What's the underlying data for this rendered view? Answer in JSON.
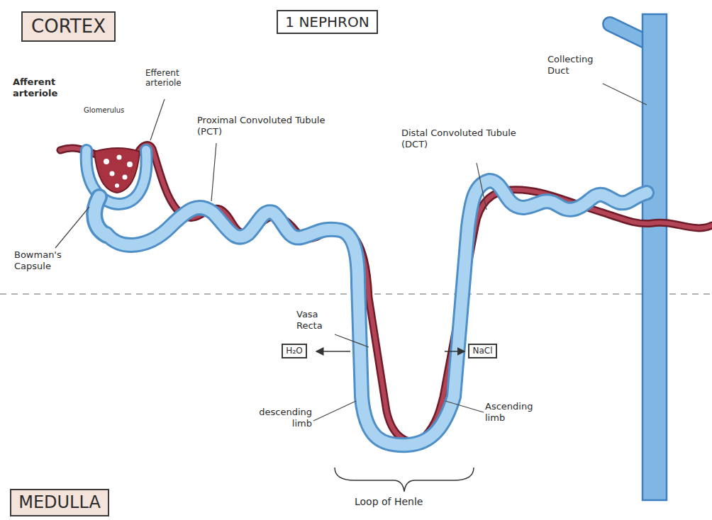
{
  "diagram": {
    "nodes": [
      {
        "text": [
          "CORTEX"
        ]
      },
      {
        "text": [
          "1 NEPHRON"
        ]
      },
      {
        "text": [
          "H₂O"
        ]
      },
      {
        "text": [
          "NaCl"
        ]
      },
      {
        "text": [
          "MEDULLA"
        ]
      }
    ],
    "labels": [
      "Efferent arteriole",
      "Afferent arteriole",
      "Glomerulus",
      "Proximal Convoluted Tubule (PCT)",
      "Collecting Duct",
      "Distal Convoluted Tubule (DCT)",
      "Bowman's Capsule",
      "Vasa Recta",
      "descending limb",
      "Ascending limb",
      "Loop of Henle"
    ]
  }
}
